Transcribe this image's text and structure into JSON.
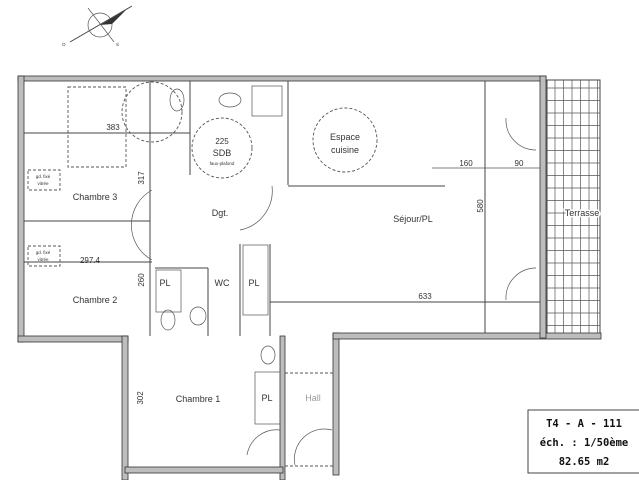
{
  "rooms": {
    "chambre3": "Chambre 3",
    "chambre2": "Chambre 2",
    "chambre1": "Chambre 1",
    "dgt": "Dgt.",
    "sdb": "SDB",
    "sdb_note": "faux-plafond",
    "wc": "WC",
    "pl_a": "PL",
    "pl_b": "PL",
    "pl_c": "PL",
    "espace_cuisine_1": "Espace",
    "espace_cuisine_2": "cuisine",
    "sejour": "Séjour/PL",
    "terrasse": "Terrasse",
    "hall": "Hall"
  },
  "annotations": {
    "window_note_1": "gd. fixé",
    "window_note_1b": "vitrée",
    "window_note_2": "gd. fixé",
    "window_note_2b": "vitrée"
  },
  "dimensions": {
    "d383": "383",
    "d225": "225",
    "d317": "317",
    "d297": "297.4",
    "d260": "260",
    "d160": "160",
    "d90": "90",
    "d580": "580",
    "d633": "633",
    "d302": "302"
  },
  "title_block": {
    "line1": "T4 - A - 111",
    "line2": "éch. : 1/50ème",
    "line3": "82.65 m2"
  }
}
